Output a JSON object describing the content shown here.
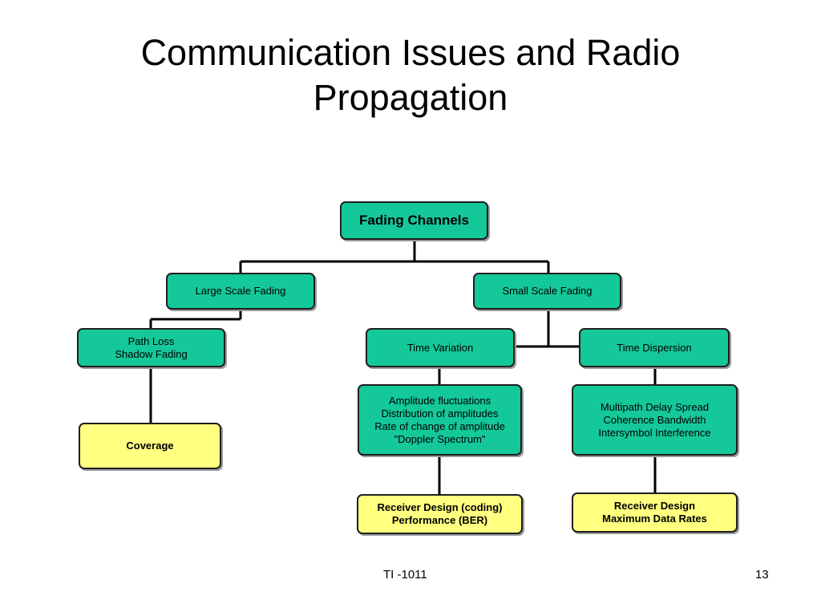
{
  "slide": {
    "title_line1": "Communication Issues and Radio",
    "title_line2": "Propagation",
    "footer_center": "TI -1011",
    "page_number": "13"
  },
  "diagram": {
    "fading_channels": "Fading Channels",
    "large_scale_fading": "Large Scale Fading",
    "small_scale_fading": "Small Scale Fading",
    "path_loss": [
      "Path Loss",
      "Shadow Fading"
    ],
    "coverage": "Coverage",
    "time_variation": "Time Variation",
    "time_dispersion": "Time Dispersion",
    "amplitude_effects": [
      "Amplitude fluctuations",
      "Distribution of amplitudes",
      "Rate of change of amplitude",
      "\"Doppler Spectrum\""
    ],
    "delay_effects": [
      "Multipath Delay Spread",
      "Coherence Bandwidth",
      "Intersymbol Interference"
    ],
    "receiver_coding": [
      "Receiver Design (coding)",
      "Performance (BER)"
    ],
    "receiver_design": [
      "Receiver Design",
      "Maximum Data Rates"
    ]
  },
  "colors": {
    "process_box": "#14c89a",
    "outcome_box": "#ffff80"
  }
}
